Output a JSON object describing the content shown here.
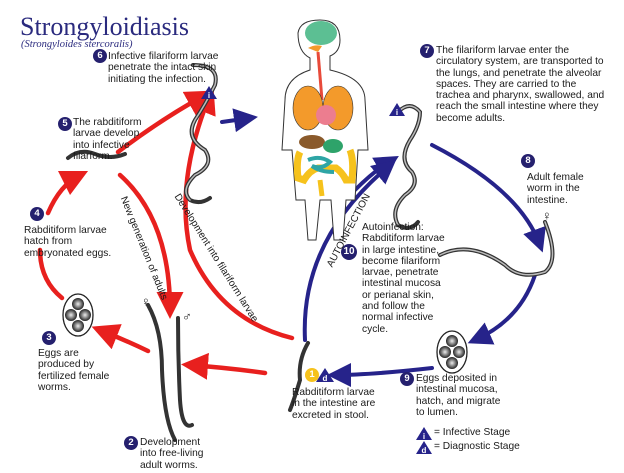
{
  "title": "Strongyloidiasis",
  "subtitle": "(Strongyloides stercoralis)",
  "steps": [
    {
      "number": "1",
      "text": "Rabditiform larvae in the intestine are excreted in stool."
    },
    {
      "number": "2",
      "text": "Development into free-living adult worms."
    },
    {
      "number": "3",
      "text": "Eggs are produced by fertilized female worms."
    },
    {
      "number": "4",
      "text": "Rabditiform larvae hatch from embryonated eggs."
    },
    {
      "number": "5",
      "text": "The rabditiform larvae develop into infective filarform."
    },
    {
      "number": "6",
      "text": "Infective filariform larvae penetrate the intact skin initiating the infection."
    },
    {
      "number": "7",
      "text": "The filariform larvae enter the circulatory system, are transported to the lungs, and penetrate the alveolar spaces.  They are carried to the trachea and pharynx, swallowed, and reach the small intestine where they become adults."
    },
    {
      "number": "8",
      "text": "Adult female worm in the intestine."
    },
    {
      "number": "9",
      "text": "Eggs deposited in intestinal mucosa, hatch, and migrate to lumen."
    },
    {
      "number": "10",
      "text": "Autoinfection: Rabditiform larvae in large intestine, become filariform larvae, penetrate intestinal mucosa or perianal skin, and follow the normal infective cycle."
    }
  ],
  "arrow_labels": {
    "new_generation": "New generation of adults",
    "development": "Development into filariform larvae",
    "autoinfection": "AUTOINFECTION"
  },
  "symbols": {
    "female": "♀",
    "male": "♂",
    "infective": "i",
    "diagnostic": "d"
  },
  "legend": [
    {
      "symbol": "i",
      "label": "= Infective Stage"
    },
    {
      "symbol": "d",
      "label": "= Diagnostic Stage"
    }
  ],
  "colors": {
    "free_living_cycle": "#e8201e",
    "parasitic_cycle": "#26238a",
    "badge": "#25206e",
    "diagnostic_badge": "#f6c21c"
  }
}
